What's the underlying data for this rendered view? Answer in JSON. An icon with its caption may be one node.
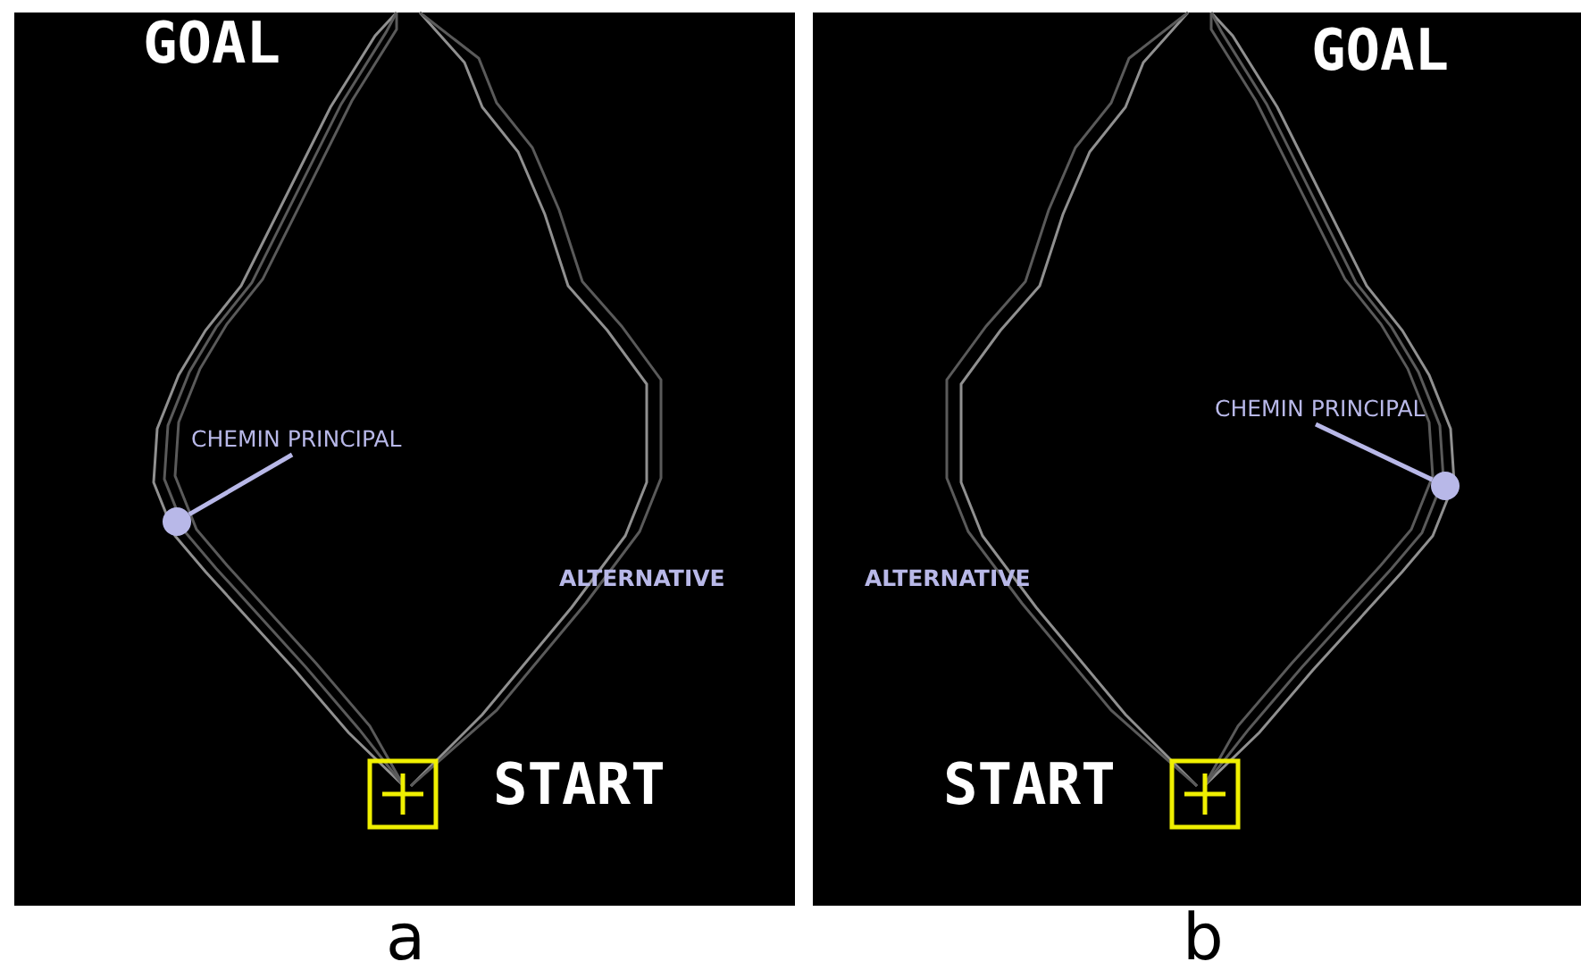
{
  "diagram": {
    "nodes": [
      {
        "text": [],
        "shape": "box",
        "beside": [
          "a"
        ]
      },
      {
        "text": [
          "CHEMIN PRINCIPAL"
        ],
        "in": 0
      },
      {
        "text": [],
        "shape": "circle",
        "in": 0
      },
      {
        "text": [],
        "shape": "box",
        "beside": [
          "b"
        ]
      },
      {
        "text": [
          "CHEMIN PRINCIPAL"
        ],
        "in": 3
      },
      {
        "text": [],
        "shape": "circle",
        "in": 3
      }
    ],
    "edges": [
      {
        "from": 1,
        "to": 2,
        "arrow": "none"
      },
      {
        "from": 4,
        "to": 5,
        "arrow": "none"
      }
    ],
    "labels": [
      "GOAL",
      "ALTERNATIVE",
      "START",
      "GOAL",
      "ALTERNATIVE",
      "START"
    ]
  }
}
